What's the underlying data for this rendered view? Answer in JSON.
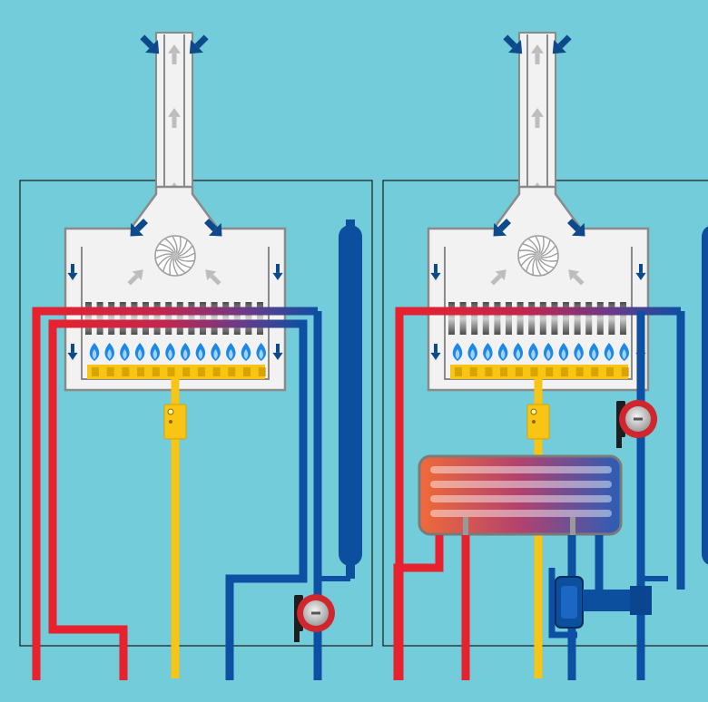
{
  "colors": {
    "background": "#72CCD9",
    "housing_fill": "#F2F2F2",
    "housing_stroke": "#8A8A8A",
    "hot_red": "#E8212E",
    "cold_blue": "#0D4FA3",
    "gas_yellow": "#F9C515",
    "flame_blue": "#1E88E5",
    "air_arrow_blue": "#0C4A8C",
    "flue_arrow_grey": "#BDBDBD",
    "vessel_blue": "#0B4F9E",
    "pump_red": "#D0262E",
    "fin_dark": "#5A5A5A"
  },
  "icons": {
    "fan": "fan-icon",
    "pump": "circulation-pump-icon",
    "gas_valve": "gas-valve-icon",
    "expansion_vessel": "expansion-vessel-icon",
    "plate_heat_exchanger": "plate-heat-exchanger-icon",
    "diverter_valve": "diverter-valve-icon",
    "burner": "burner-flame-icon"
  },
  "diagram": {
    "boilers": [
      {
        "id": "left",
        "has_plate_heat_exchanger": false,
        "burner_flames": 12,
        "exchanger_fins": 16
      },
      {
        "id": "right",
        "has_plate_heat_exchanger": true,
        "burner_flames": 12,
        "exchanger_fins": 16
      }
    ]
  }
}
